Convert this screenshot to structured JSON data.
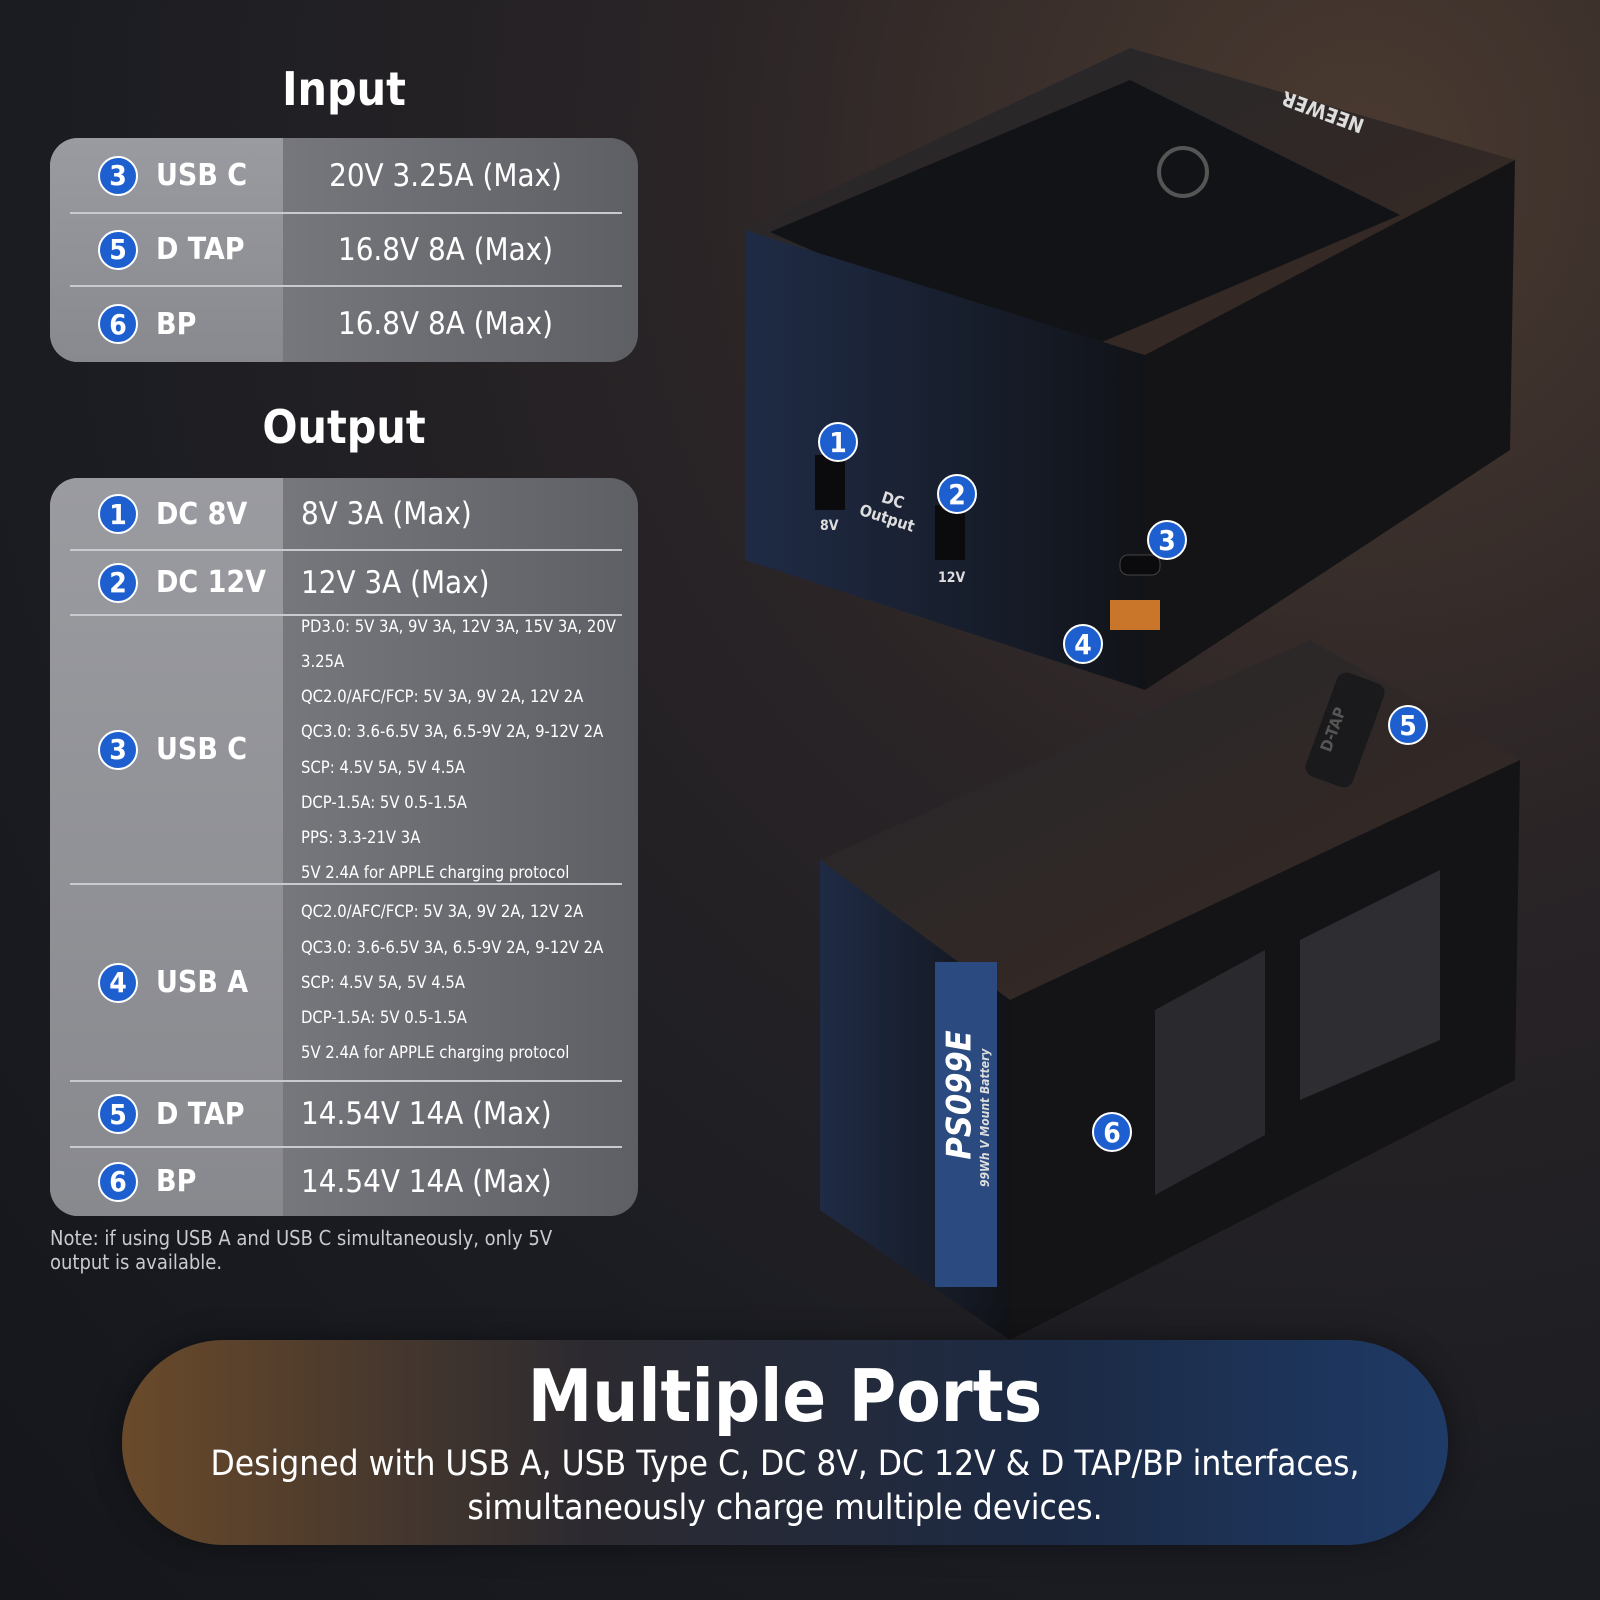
{
  "input": {
    "title": "Input",
    "rows": [
      {
        "num": "3",
        "label": "USB C",
        "value": "20V 3.25A (Max)"
      },
      {
        "num": "5",
        "label": "D TAP",
        "value": "16.8V 8A (Max)"
      },
      {
        "num": "6",
        "label": "BP",
        "value": "16.8V 8A (Max)"
      }
    ]
  },
  "output": {
    "title": "Output",
    "rows": [
      {
        "num": "1",
        "label": "DC 8V",
        "value": "8V 3A (Max)"
      },
      {
        "num": "2",
        "label": "DC 12V",
        "value": "12V 3A (Max)"
      },
      {
        "num": "3",
        "label": "USB C",
        "specs": [
          "PD3.0: 5V 3A, 9V 3A, 12V 3A, 15V 3A, 20V 3.25A",
          "QC2.0/AFC/FCP: 5V 3A, 9V 2A, 12V 2A",
          "QC3.0: 3.6-6.5V 3A, 6.5-9V 2A, 9-12V 2A",
          "SCP: 4.5V 5A, 5V 4.5A",
          "DCP-1.5A: 5V 0.5-1.5A",
          "PPS: 3.3-21V 3A",
          "5V 2.4A for APPLE charging protocol"
        ]
      },
      {
        "num": "4",
        "label": "USB A",
        "specs": [
          "QC2.0/AFC/FCP: 5V 3A, 9V 2A, 12V 2A",
          "QC3.0: 3.6-6.5V 3A, 6.5-9V 2A, 9-12V 2A",
          "SCP: 4.5V 5A, 5V 4.5A",
          "DCP-1.5A: 5V 0.5-1.5A",
          "5V 2.4A for APPLE charging protocol"
        ]
      },
      {
        "num": "5",
        "label": "D TAP",
        "value": "14.54V 14A (Max)"
      },
      {
        "num": "6",
        "label": "BP",
        "value": "14.54V 14A (Max)"
      }
    ]
  },
  "note": "Note: if using USB A and USB C simultaneously, only 5V output is available.",
  "product": {
    "brand": "NEEWER",
    "model": "PS099E",
    "subtitle": "99Wh V Mount Battery",
    "dc_label": "DC Output",
    "port_8v": "8V",
    "port_12v": "12V",
    "dtap": "D-TAP",
    "badges": [
      "1",
      "2",
      "3",
      "4",
      "5",
      "6"
    ]
  },
  "banner": {
    "title": "Multiple Ports",
    "subtitle_line1": "Designed with USB A, USB Type C, DC 8V, DC 12V & D TAP/BP interfaces,",
    "subtitle_line2": "simultaneously charge multiple devices."
  },
  "colors": {
    "badge": "#1e5fd0"
  }
}
